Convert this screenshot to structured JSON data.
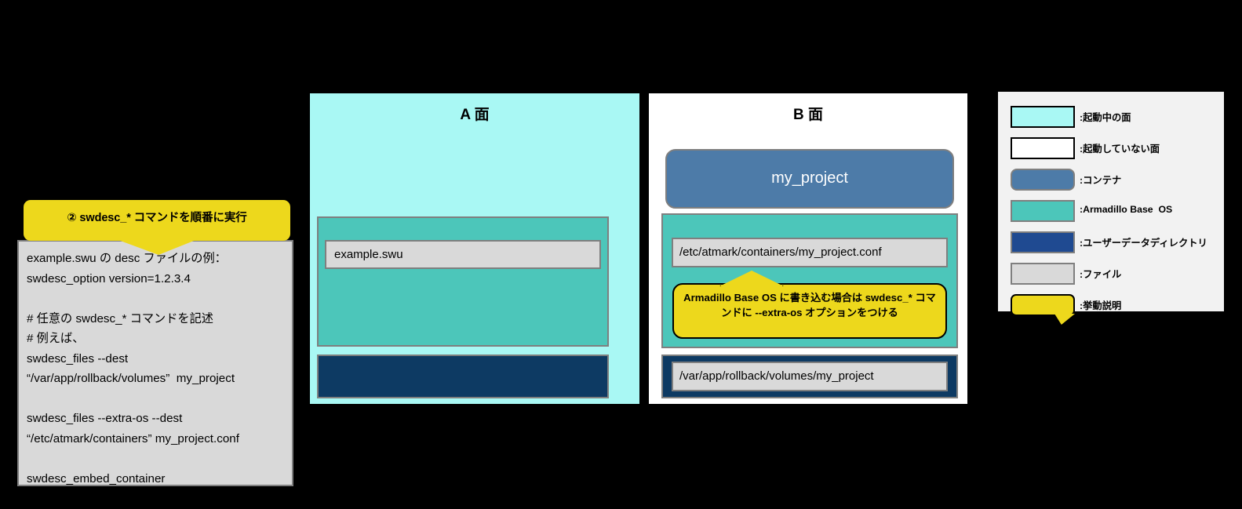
{
  "left_column": {
    "callout": {
      "text": "② swdesc_* コマンドを順番に実行"
    },
    "desc_box": {
      "code": "example.swu の desc ファイルの例：\nswdesc_option version=1.2.3.4\n\n# 任意の swdesc_* コマンドを記述\n# 例えば、\nswdesc_files --dest\n“/var/app/rollback/volumes”  my_project\n\nswdesc_files --extra-os --dest\n“/etc/atmark/containers” my_project.conf\n\nswdesc_embed_container\n\"my_project.tar\""
    }
  },
  "panel_a": {
    "title": "A 面",
    "file_swu": "example.swu"
  },
  "panel_b": {
    "title": "B 面",
    "container_name": "my_project",
    "file_conf": "/etc/atmark/containers/my_project.conf",
    "file_volume": "/var/app/rollback/volumes/my_project",
    "callout": {
      "text": "Armadillo Base OS に書き込む場合は swdesc_* コマンドに --extra-os オプションをつける"
    }
  },
  "legend": {
    "items": [
      {
        "label": ":起動中の面",
        "swatch": "cyan-face",
        "color": "#A9F8F4"
      },
      {
        "label": ":起動していない面",
        "swatch": "white-face",
        "color": "#FFFFFF"
      },
      {
        "label": ":コンテナ",
        "swatch": "container",
        "color": "#4D7BA8"
      },
      {
        "label": ":Armadillo Base  OS",
        "swatch": "armadillo-os",
        "color": "#4CC6BA"
      },
      {
        "label": ":ユーザーデータディレクトリ",
        "swatch": "user-data-dir",
        "color": "#1F4A91"
      },
      {
        "label": ":ファイル",
        "swatch": "file",
        "color": "#D9D9D9"
      },
      {
        "label": ":挙動説明",
        "swatch": "behavior-note",
        "color": "#EDD81C"
      }
    ]
  }
}
